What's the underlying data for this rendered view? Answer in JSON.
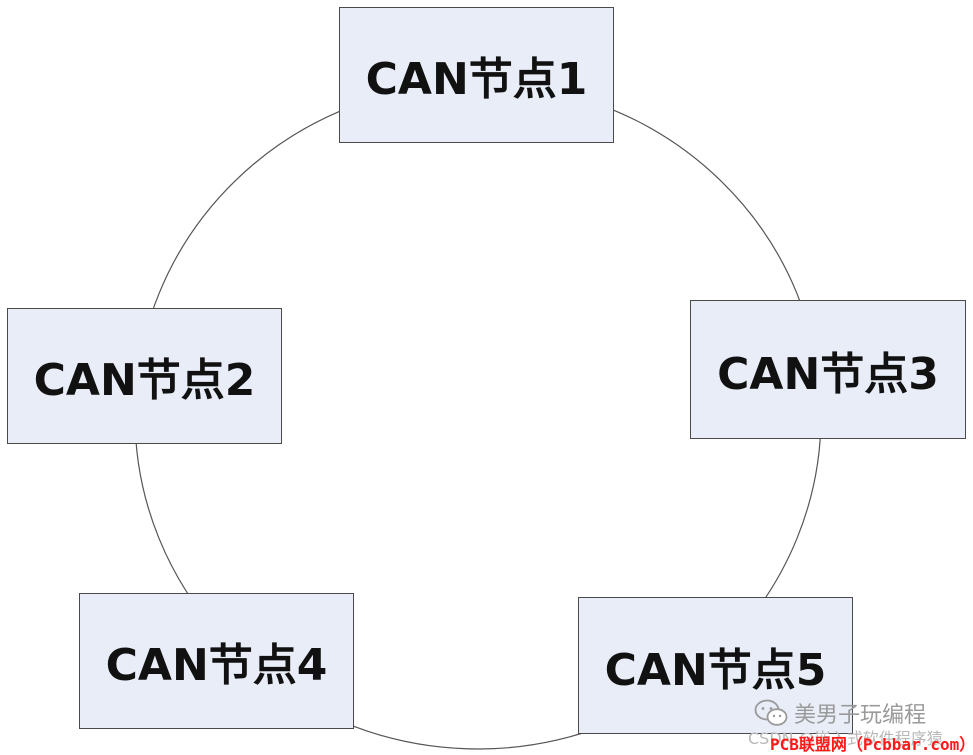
{
  "nodes": [
    {
      "id": "node-1",
      "label": "CAN节点1"
    },
    {
      "id": "node-2",
      "label": "CAN节点2"
    },
    {
      "id": "node-3",
      "label": "CAN节点3"
    },
    {
      "id": "node-4",
      "label": "CAN节点4"
    },
    {
      "id": "node-5",
      "label": "CAN节点5"
    }
  ],
  "watermarks": {
    "wechat_account": "美男子玩编程",
    "csdn": "CSDN @嵌入式软件程序猿",
    "pcb": "PCB联盟网（Pcbbar.com）"
  },
  "colors": {
    "node_fill": "#e8edf8",
    "node_border": "#4a4a4a",
    "ring": "#555555",
    "pcb_watermark": "#ff1a1a"
  },
  "icons": [
    "wechat-icon"
  ]
}
